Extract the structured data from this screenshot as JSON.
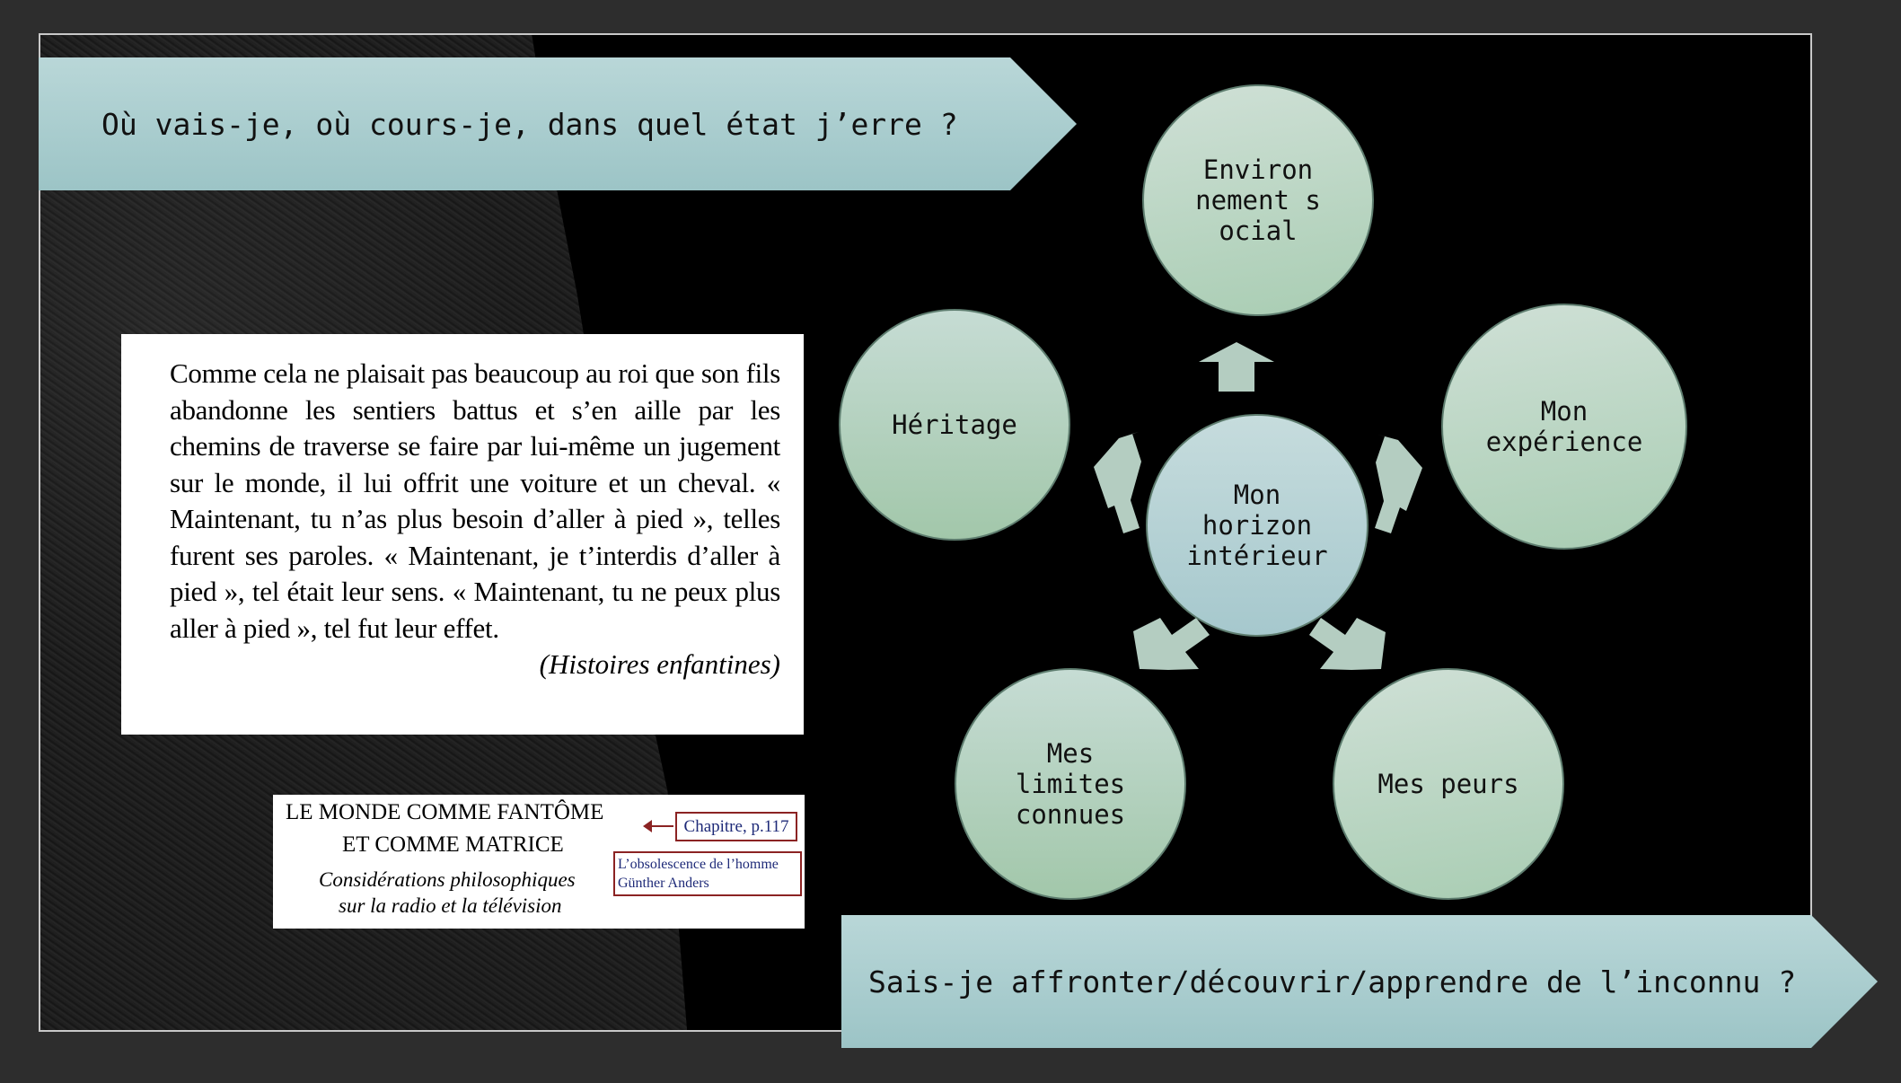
{
  "banners": {
    "top": "Où vais-je, où cours-je, dans quel état j’erre ?",
    "bottom": "Sais-je affronter/découvrir/apprendre de l’inconnu ?"
  },
  "quote": {
    "text": "Comme cela ne plaisait pas beaucoup au roi que son fils abandonne les sentiers battus et s’en aille par les chemins de traverse se faire par lui-même un jugement sur le monde, il lui offrit une voiture et un cheval. « Maintenant, tu n’as plus besoin d’aller à pied », telles furent ses paroles. « Maintenant, je t’interdis d’aller à pied », tel était leur sens. « Maintenant, tu ne peux plus aller à pied », tel fut leur effet.",
    "source": "(Histoires enfantines)"
  },
  "book": {
    "title_line_1": "LE MONDE COMME FANTÔME",
    "title_line_2": "ET COMME MATRICE",
    "subtitle_line_1": "Considérations philosophiques",
    "subtitle_line_2": "sur la radio et la télévision",
    "chapter": "Chapitre, p.117",
    "source_line_1": "L’obsolescence de l’homme",
    "source_line_2": "Günther Anders"
  },
  "diagram": {
    "center": "Mon horizon intérieur",
    "nodes": {
      "top": "Environ nement social",
      "right": "Mon expérience",
      "bottom_right": "Mes peurs",
      "bottom_left": "Mes limites connues",
      "left": "Héritage"
    },
    "colors": {
      "center": "#aecfd2",
      "outer": "#b4d3bd",
      "arrow": "#b4cdc1",
      "banner": "#abcfd0"
    }
  }
}
